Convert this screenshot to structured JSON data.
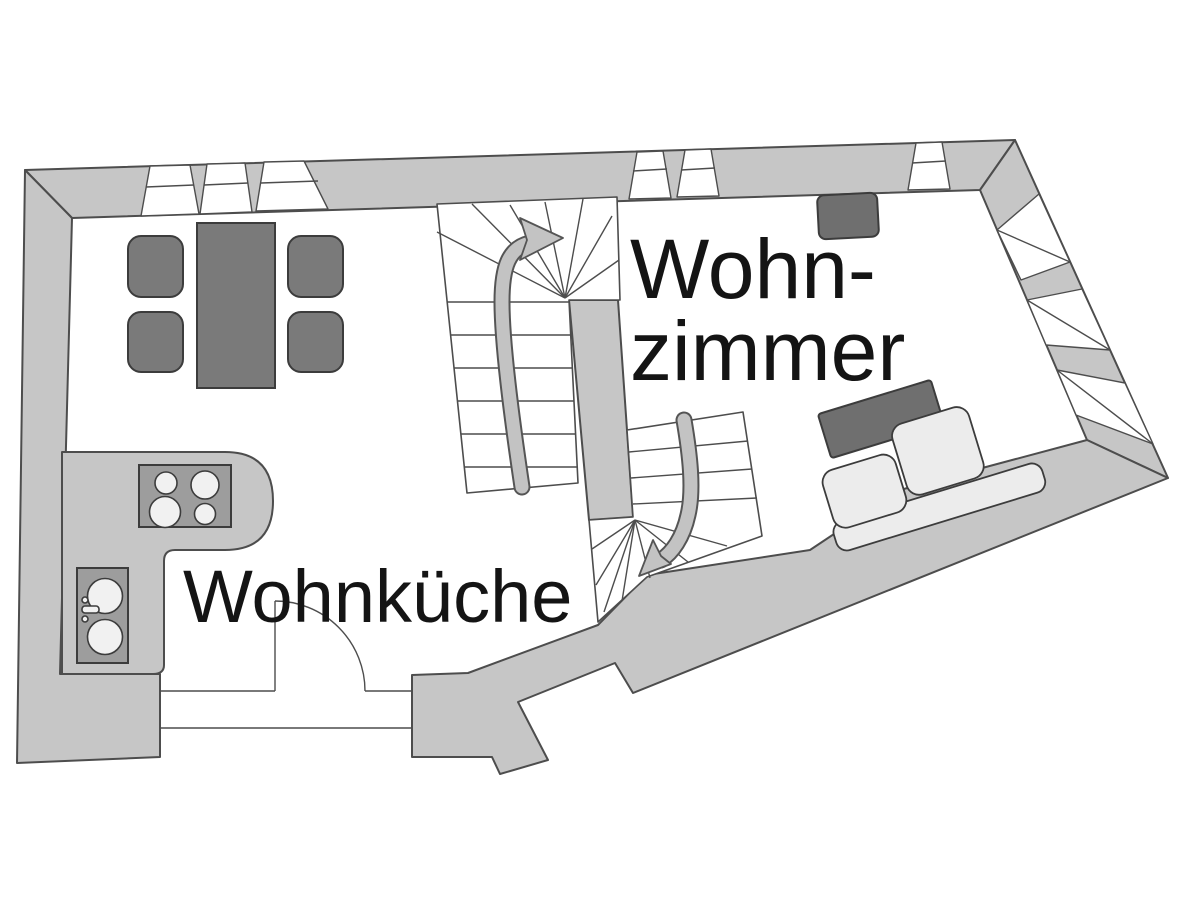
{
  "rooms": [
    {
      "id": "wohnzimmer",
      "label_line1": "Wohn-",
      "label_line2": "zimmer"
    },
    {
      "id": "wohnkueche",
      "label": "Wohnküche"
    }
  ],
  "colors": {
    "background": "#ffffff",
    "wall_fill": "#c6c6c6",
    "wall_stroke": "#4d4d4d",
    "line": "#4d4d4d",
    "furniture_dark": "#7a7a7a",
    "furniture_darker": "#6f6f6f",
    "furniture_stroke": "#3c3c3c",
    "appliance_fill": "#9d9d9d",
    "burner_fill": "#f1f1f1",
    "sofa_fill": "#ececec",
    "arrow_fill": "#c3c3c3",
    "arrow_stroke": "#555555",
    "label_color": "#141414"
  },
  "icons": {
    "dining_table": "rectangular table",
    "chair": "rounded square chair",
    "stove": "cooktop with four burners",
    "sink": "double basin sink with faucet",
    "counter": "L-shaped kitchen counter",
    "tv": "flat tv on wall",
    "sideboard": "lowboard",
    "sofa": "sectional sofa",
    "door": "quarter-circle door swing",
    "stairs_up_arrow": "curved arrow up",
    "stairs_down_arrow": "curved arrow down",
    "window": "splayed window opening"
  }
}
